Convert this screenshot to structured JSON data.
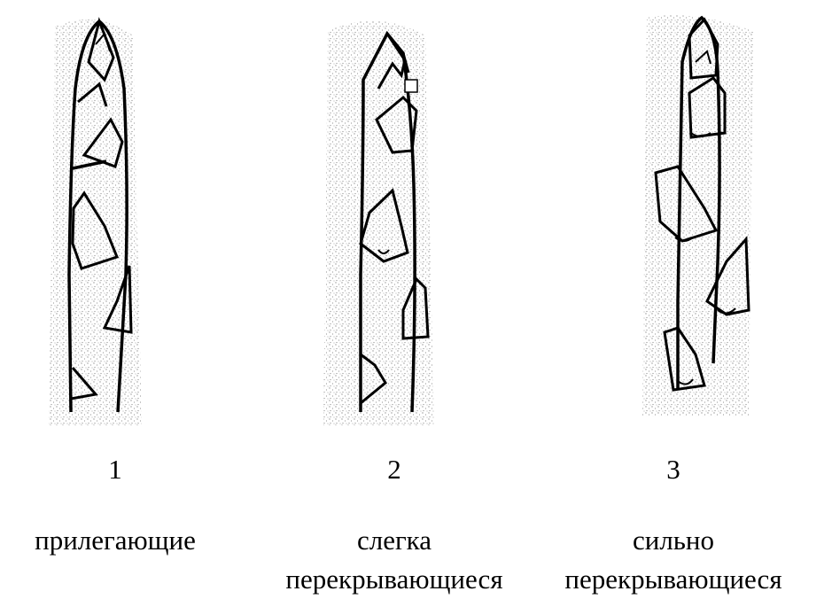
{
  "colors": {
    "line": "#000000",
    "stipple": "#8a8a8a",
    "background": "#ffffff"
  },
  "panels": [
    {
      "number": "1",
      "caption": "прилегающие"
    },
    {
      "number": "2",
      "caption": "слегка\nперекрывающиеся"
    },
    {
      "number": "3",
      "caption": "сильно\nперекрывающиеся"
    }
  ]
}
